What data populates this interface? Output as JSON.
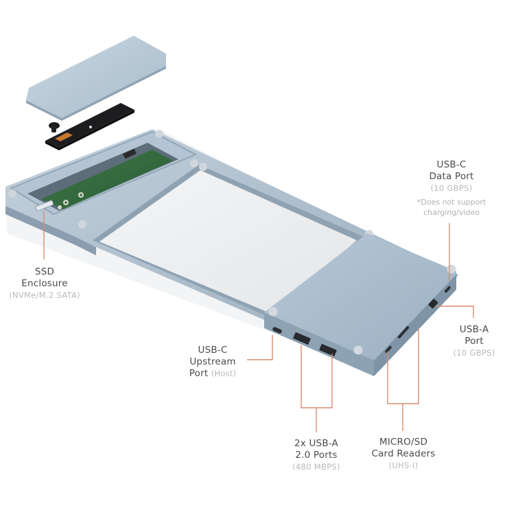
{
  "product": {
    "name": "USB-C hub stand with SSD enclosure",
    "body_color": "#a9bccc",
    "accent_line_color": "#d98b73"
  },
  "callouts": {
    "usb_c_data": {
      "title_line1": "USB-C",
      "title_line2": "Data Port",
      "spec": "(10 GBPS)",
      "note_line1": "*Does not support",
      "note_line2": "charging/video"
    },
    "ssd": {
      "title_line1": "SSD",
      "title_line2": "Enclosure",
      "spec": "(NVMe/M.2 SATA)"
    },
    "usb_a": {
      "title_line1": "USB-A",
      "title_line2": "Port",
      "spec": "(10 GBPS)"
    },
    "usb_c_upstream": {
      "title_line1": "USB-C",
      "title_line2": "Upstream",
      "title_line3": "Port",
      "spec": "(Host)"
    },
    "usb_a_2": {
      "title_line1": "2x USB-A",
      "title_line2": "2.0 Ports",
      "spec": "(480 MBPS)"
    },
    "card_readers": {
      "title_line1": "MICRO/SD",
      "title_line2": "Card Readers",
      "spec": "(UHS-I)"
    }
  }
}
